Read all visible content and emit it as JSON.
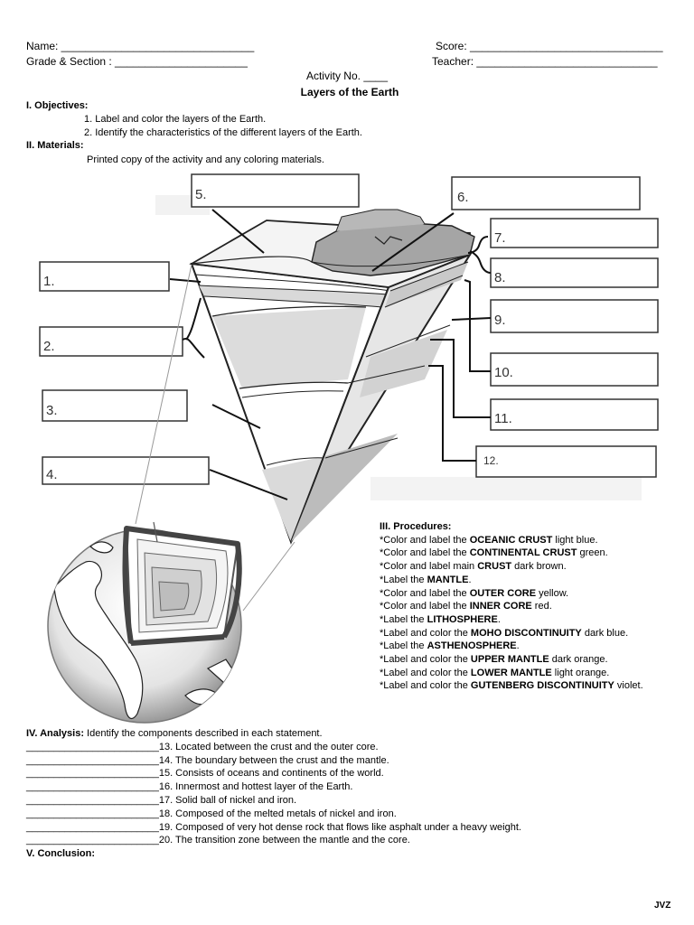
{
  "header": {
    "name_label": "Name: ________________________________",
    "score_label": "Score: ________________________________",
    "grade_label": "Grade & Section : ______________________",
    "teacher_label": "Teacher: ______________________________",
    "activity": "Activity No. ____",
    "title": "Layers of the Earth"
  },
  "objectives": {
    "heading": "I. Objectives:",
    "items": [
      "1. Label and color the layers of the Earth.",
      "2. Identify the characteristics of the different layers of the Earth."
    ]
  },
  "materials": {
    "heading": "II. Materials:",
    "text": "Printed copy of the activity and any coloring materials."
  },
  "labels": [
    "1.",
    "2.",
    "3.",
    "4.",
    "5.",
    "6.",
    "7.",
    "8.",
    "9.",
    "10.",
    "11.",
    "12."
  ],
  "procedures": {
    "heading": "III. Procedures:",
    "items": [
      {
        "pre": "*Color and label the ",
        "bold": "OCEANIC CRUST",
        "post": " light blue."
      },
      {
        "pre": "*Color and label the ",
        "bold": "CONTINENTAL CRUST",
        "post": " green."
      },
      {
        "pre": "*Color and label main ",
        "bold": "CRUST",
        "post": " dark brown."
      },
      {
        "pre": "*Label the ",
        "bold": "MANTLE",
        "post": "."
      },
      {
        "pre": "*Color and label the ",
        "bold": "OUTER CORE",
        "post": " yellow."
      },
      {
        "pre": "*Color and label the ",
        "bold": "INNER CORE",
        "post": " red."
      },
      {
        "pre": "*Label the ",
        "bold": "LITHOSPHERE",
        "post": "."
      },
      {
        "pre": "*Label and color the ",
        "bold": "MOHO DISCONTINUITY",
        "post": " dark blue."
      },
      {
        "pre": "*Label the ",
        "bold": "ASTHENOSPHERE",
        "post": "."
      },
      {
        "pre": "*Label and color the ",
        "bold": "UPPER MANTLE",
        "post": " dark orange."
      },
      {
        "pre": "*Label and color the ",
        "bold": "LOWER MANTLE",
        "post": " light orange."
      },
      {
        "pre": "*Label and color the ",
        "bold": "GUTENBERG DISCONTINUITY",
        "post": " violet."
      }
    ]
  },
  "analysis": {
    "heading": "IV. Analysis:",
    "intro": " Identify the components described in each statement.",
    "blank": "________________________",
    "items": [
      "13. Located between the crust and the outer core.",
      "14. The boundary between the crust and the mantle.",
      "15. Consists of oceans and continents of the world.",
      "16. Innermost and hottest layer of the Earth.",
      "17. Solid ball of nickel and iron.",
      "18. Composed of the melted metals of nickel and iron.",
      "19. Composed of very hot dense rock that flows like asphalt under a heavy weight.",
      "20. The transition zone between the mantle and the core."
    ]
  },
  "conclusion": {
    "heading": "V. Conclusion:"
  },
  "footer": {
    "initials": "JVZ"
  }
}
